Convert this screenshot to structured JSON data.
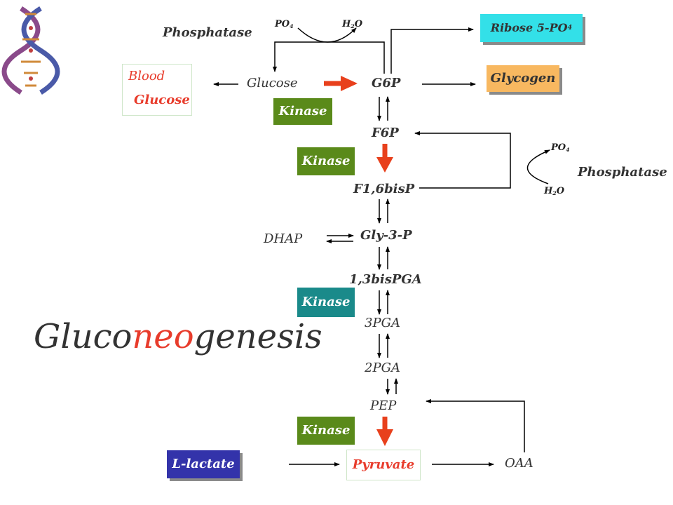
{
  "title": {
    "part1": "Gluco",
    "part2": "neo",
    "part3": "genesis"
  },
  "nodes": {
    "glucose": "Glucose",
    "g6p": "G6P",
    "f6p": "F6P",
    "f16bisp": "F1,6bisP",
    "gly3p": "Gly-3-P",
    "dhap": "DHAP",
    "bispga": "1,3bisPGA",
    "pga3": "3PGA",
    "pga2": "2PGA",
    "pep": "PEP",
    "oaa": "OAA"
  },
  "boxes": {
    "blood_glucose_line1": "Blood",
    "blood_glucose_line2": "Glucose",
    "ribose": "Ribose 5-PO",
    "ribose_sub": "4",
    "glycogen": "Glycogen",
    "lactate": "L-lactate",
    "pyruvate": "Pyruvate"
  },
  "enzymes": {
    "kinase_glucose": "Kinase",
    "kinase_f6p": "Kinase",
    "kinase_pga": "Kinase",
    "kinase_pep": "Kinase",
    "phosphatase_top": "Phosphatase",
    "phosphatase_right": "Phosphatase"
  },
  "cofactors": {
    "po4_top": "PO",
    "po4_top_sub": "4",
    "h2o_top_a": "H",
    "h2o_top_sub": "2",
    "h2o_top_b": "O",
    "po4_right": "PO",
    "po4_right_sub": "4",
    "h2o_right_a": "H",
    "h2o_right_sub": "2",
    "h2o_right_b": "O"
  },
  "colors": {
    "red_arrow": "#e8401c",
    "kinase_green": "#5a8a1a",
    "kinase_teal": "#1a8a8a",
    "ribose_cyan": "#33e0e8",
    "glycogen_orange": "#f8b860",
    "lactate_blue": "#3333aa",
    "blood_red": "#e83c2c",
    "pyruvate_red": "#e83c2c",
    "neo_red": "#e83c2c"
  },
  "icons": {
    "dna": "dna-helix-icon"
  }
}
